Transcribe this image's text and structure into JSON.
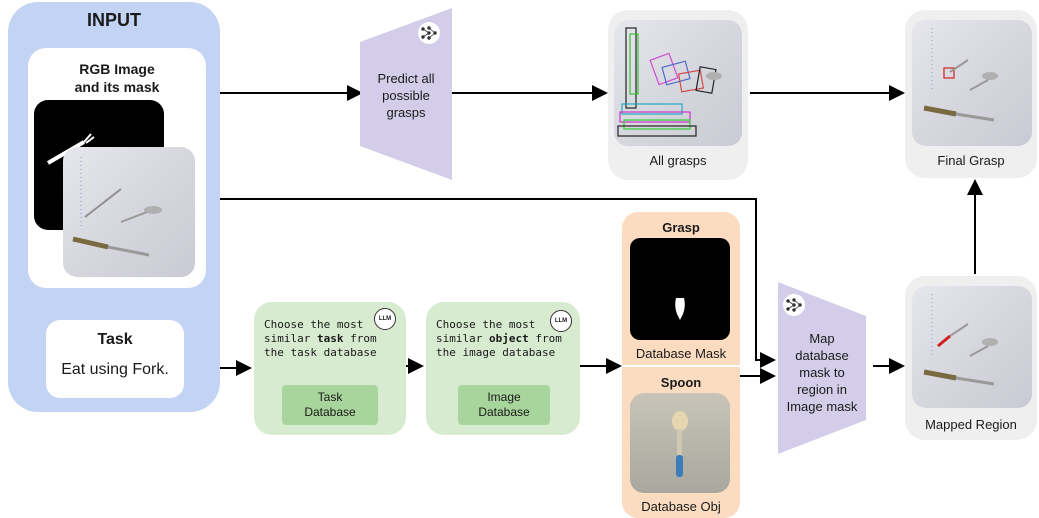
{
  "input": {
    "title": "INPUT",
    "rgb_title_line1": "RGB Image",
    "rgb_title_line2": "and its mask",
    "task_title": "Task",
    "task_text": "Eat using Fork."
  },
  "predict": {
    "line1": "Predict all",
    "line2": "possible",
    "line3": "grasps"
  },
  "all_grasps": {
    "caption": "All grasps"
  },
  "final_grasp": {
    "caption": "Final Grasp"
  },
  "task_select": {
    "line1": "Choose the most",
    "line2_pre": "similar ",
    "line2_bold": "task",
    "line2_post": " from",
    "line3": "the task database",
    "db_line1": "Task",
    "db_line2": "Database",
    "icon_text": "LLM"
  },
  "object_select": {
    "line1": "Choose the most",
    "line2_pre": "similar ",
    "line2_bold": "object",
    "line2_post": " from",
    "line3": "the image database",
    "db_line1": "Image",
    "db_line2": "Database",
    "icon_text": "LLM"
  },
  "database": {
    "grasp_title": "Grasp",
    "mask_caption": "Database Mask",
    "spoon_title": "Spoon",
    "obj_caption": "Database Obj"
  },
  "map": {
    "line1": "Map",
    "line2": "database",
    "line3": "mask to",
    "line4": "region in",
    "line5": "Image mask"
  },
  "mapped": {
    "caption": "Mapped Region"
  },
  "icons": [
    "neural-network-icon",
    "llm-icon"
  ]
}
